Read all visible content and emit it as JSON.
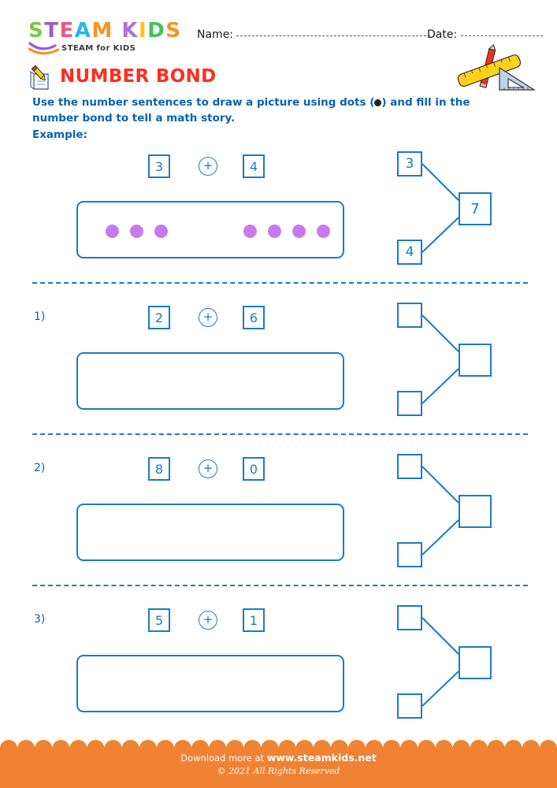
{
  "header": {
    "logo_letters": [
      {
        "ch": "S",
        "color": "#7ac943"
      },
      {
        "ch": "T",
        "color": "#9b59d0"
      },
      {
        "ch": "E",
        "color": "#f0567f"
      },
      {
        "ch": "A",
        "color": "#29b6e8"
      },
      {
        "ch": "M",
        "color": "#f7941e"
      },
      {
        "ch": " ",
        "color": "#ffffff"
      },
      {
        "ch": "K",
        "color": "#b06fd8"
      },
      {
        "ch": "I",
        "color": "#fcc40a"
      },
      {
        "ch": "D",
        "color": "#44c25a"
      },
      {
        "ch": "S",
        "color": "#f7941e"
      }
    ],
    "logo_word": "STEAM KIDS",
    "logo_subtitle": "STEAM for KIDS",
    "name_label": "Name:",
    "date_label": "Date:"
  },
  "title": {
    "text": "NUMBER BOND",
    "color": "#ff2d20",
    "icon": "pencil-notepad-icon"
  },
  "instructions": {
    "line1_before": "Use the number sentences to draw a picture using dots (",
    "line1_after": ") and fill in the",
    "line2": "number bond to tell a math story.",
    "example_label": "Example:"
  },
  "colors": {
    "blue": "#1a7cc4",
    "heading_blue": "#0a62b0",
    "dot_purple": "#c77af0",
    "red": "#ff2d20",
    "orange": "#ef8233"
  },
  "problems": [
    {
      "index": "",
      "is_example": true,
      "addend1": "3",
      "operator": "+",
      "addend2": "4",
      "sum": "7",
      "dots_group1": 3,
      "dots_group2": 4,
      "bond_top": "3",
      "bond_bottom": "4",
      "bond_sum": "7"
    },
    {
      "index": "1)",
      "is_example": false,
      "addend1": "2",
      "operator": "+",
      "addend2": "6",
      "sum": "",
      "dots_group1": 0,
      "dots_group2": 0,
      "bond_top": "",
      "bond_bottom": "",
      "bond_sum": ""
    },
    {
      "index": "2)",
      "is_example": false,
      "addend1": "8",
      "operator": "+",
      "addend2": "0",
      "sum": "",
      "dots_group1": 0,
      "dots_group2": 0,
      "bond_top": "",
      "bond_bottom": "",
      "bond_sum": ""
    },
    {
      "index": "3)",
      "is_example": false,
      "addend1": "5",
      "operator": "+",
      "addend2": "1",
      "sum": "",
      "dots_group1": 0,
      "dots_group2": 0,
      "bond_top": "",
      "bond_bottom": "",
      "bond_sum": ""
    }
  ],
  "footer": {
    "download_prefix": "Download more at",
    "url": "www.steamkids.net",
    "copyright": "© 2021 All Rights Reserved"
  }
}
